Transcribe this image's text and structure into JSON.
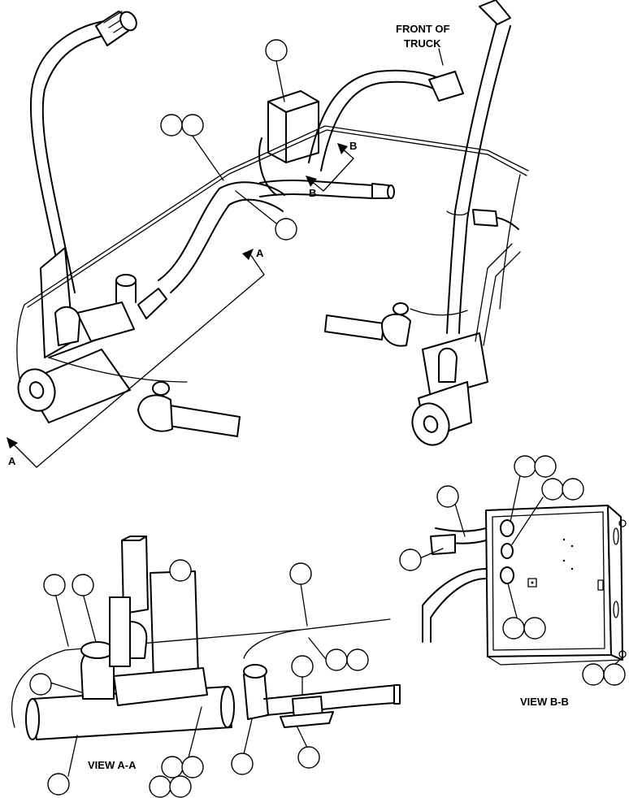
{
  "labels": {
    "front_of_truck_line1": "FRONT OF",
    "front_of_truck_line2": "TRUCK",
    "section_a": "A",
    "section_b": "B",
    "view_aa": "VIEW A-A",
    "view_bb": "VIEW B-B"
  },
  "colors": {
    "line": "#000000",
    "background": "#ffffff"
  }
}
